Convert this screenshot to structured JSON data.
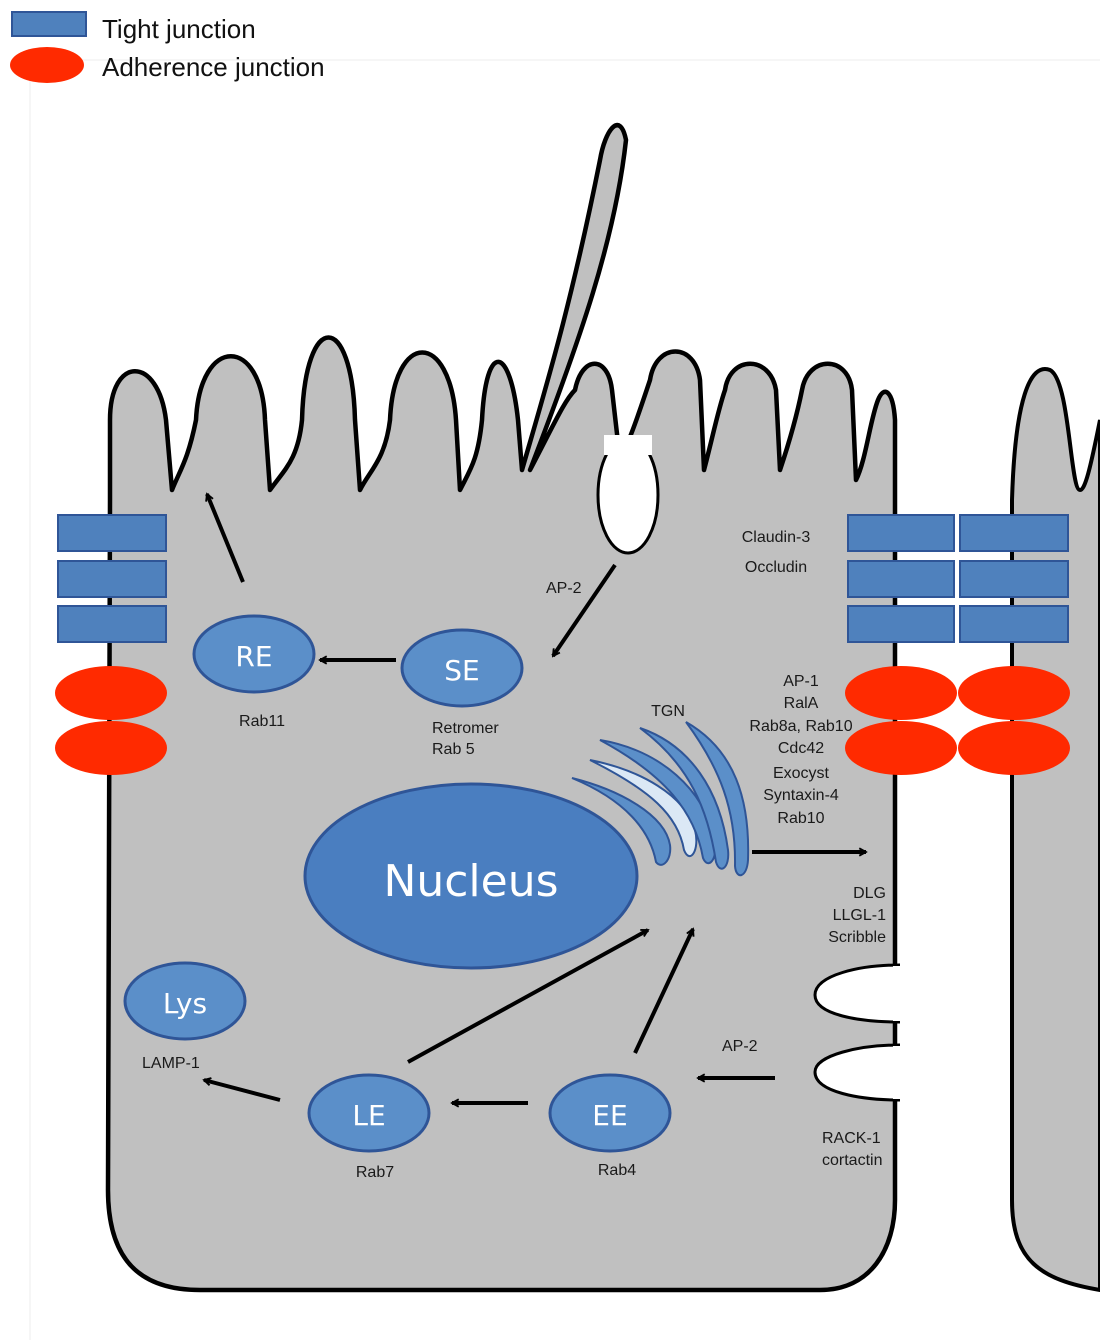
{
  "legend": {
    "tight_junction": "Tight junction",
    "adherence_junction": "Adherence junction"
  },
  "organelles": {
    "re": "RE",
    "se": "SE",
    "lys": "Lys",
    "le": "LE",
    "ee": "EE",
    "nucleus": "Nucleus",
    "tgn": "TGN"
  },
  "labels": {
    "rab11": "Rab11",
    "retromer": "Retromer",
    "rab5": "Rab 5",
    "ap2_top": "AP-2",
    "claudin3": "Claudin-3",
    "occludin": "Occludin",
    "secretion": [
      "AP-1",
      "RalA",
      "Rab8a, Rab10",
      "Cdc42",
      "Exocyst",
      "Syntaxin-4",
      "Rab10"
    ],
    "polarity": [
      "DLG",
      "LLGL-1",
      "Scribble"
    ],
    "lamp1": "LAMP-1",
    "ap2_bottom": "AP-2",
    "rack1": "RACK-1",
    "cortactin": "cortactin",
    "rab7": "Rab7",
    "rab4": "Rab4"
  },
  "colors": {
    "cell_fill": "#c0c0c0",
    "tight_junction": "#4f81bd",
    "adherence_junction": "#ff2a00",
    "organelle": "#5b8fc9",
    "nucleus": "#4a7ec0",
    "tgn": "#5b8fc9",
    "tgn_light": "#dbe8f5"
  }
}
